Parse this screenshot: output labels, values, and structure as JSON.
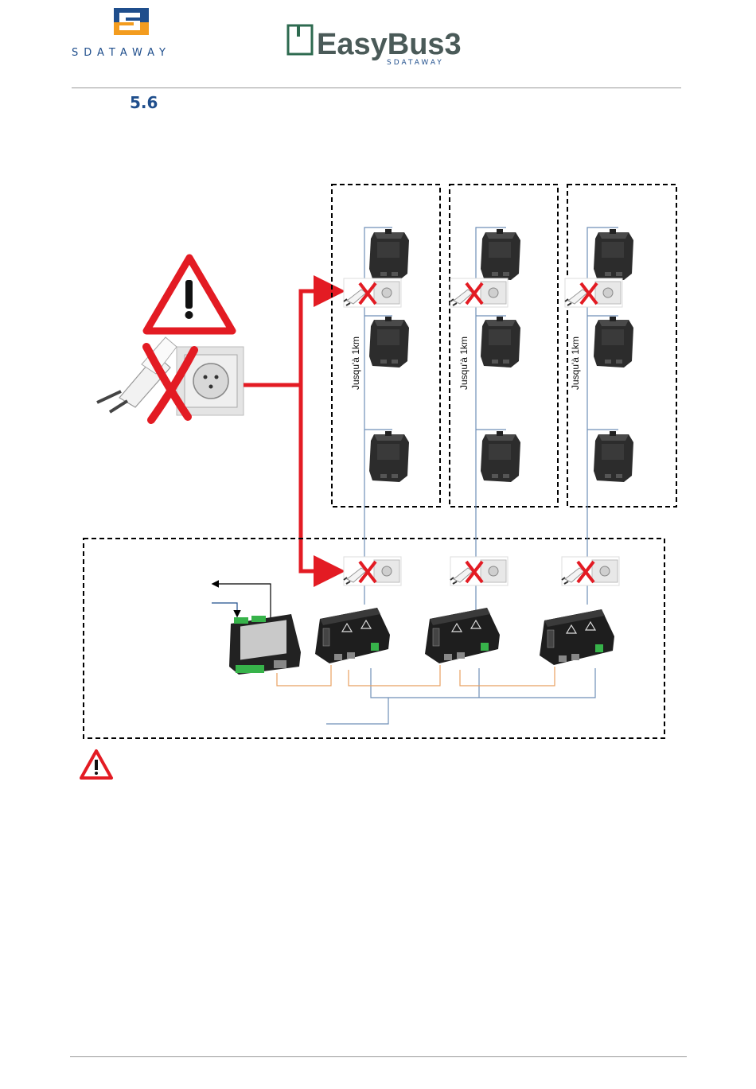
{
  "header": {
    "company_logo_text": "SDATAWAY",
    "product_logo_text": "EasyBus3",
    "product_logo_subtext": "SDATAWAY"
  },
  "section": {
    "number": "5.6"
  },
  "diagram": {
    "distance_label_1": "Jusqu'à 1km",
    "distance_label_2": "Jusqu'à 1km",
    "distance_label_3": "Jusqu'à 1km"
  },
  "colors": {
    "brand_orange": "#f39c1f",
    "brand_blue": "#1f4e8c",
    "warning_red": "#e31b23",
    "bus_blue": "#6f8fb8",
    "power_orange": "#e8a060"
  },
  "icons": [
    "warning-triangle-icon",
    "plug-icon",
    "socket-icon",
    "cross-icon",
    "energy-meter-icon",
    "easybus-module-icon",
    "controller-icon"
  ]
}
